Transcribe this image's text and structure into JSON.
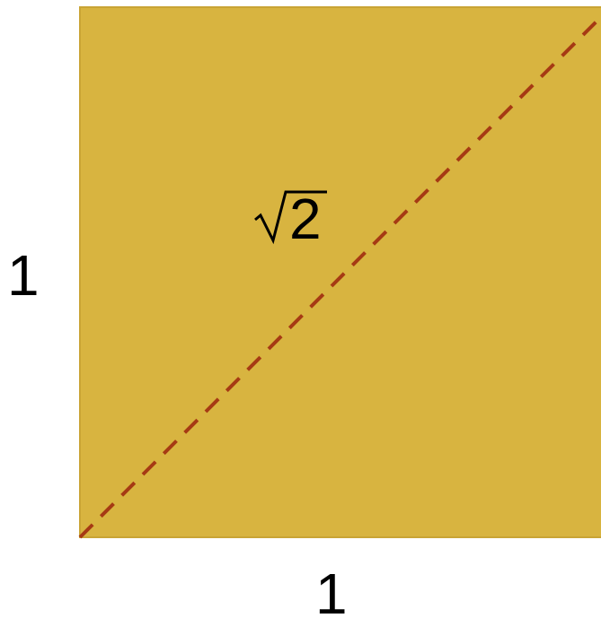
{
  "diagram": {
    "square_fill": "#D8B440",
    "square_stroke": "#C9A435",
    "diagonal_color": "#A63A14",
    "side_label_left": "1",
    "side_label_bottom": "1",
    "diagonal_label_number": "2",
    "diagonal_label_symbol": "√"
  }
}
